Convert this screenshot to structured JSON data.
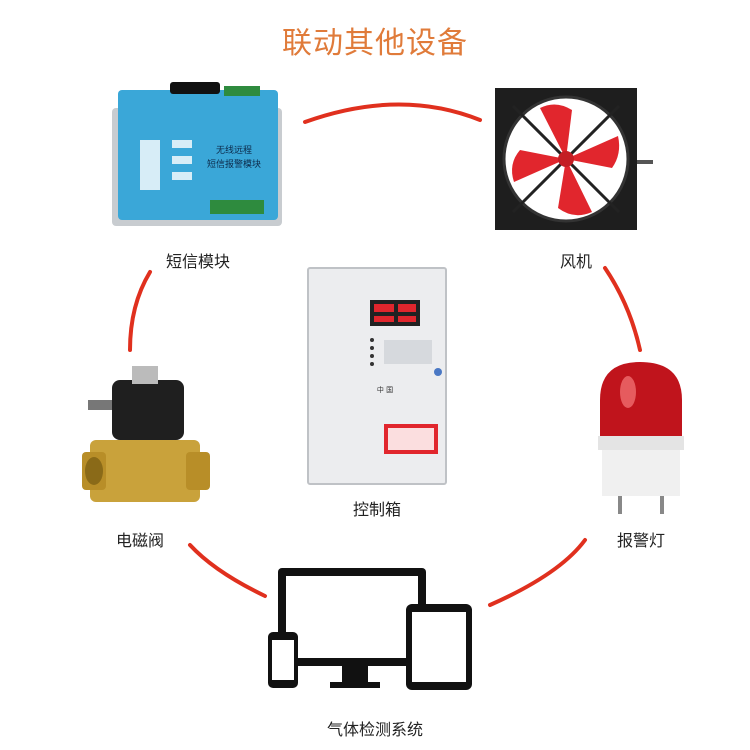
{
  "title": "联动其他设备",
  "colors": {
    "title": "#e07b3a",
    "ring": "#e0301e"
  },
  "devices": {
    "sms_module": {
      "label": "短信模块",
      "screen_line1": "无线远程",
      "screen_line2": "短信报警模块"
    },
    "fan": {
      "label": "风机"
    },
    "solenoid_valve": {
      "label": "电磁阀"
    },
    "control_box": {
      "label": "控制箱",
      "panel_text": "中 国"
    },
    "alarm_light": {
      "label": "报警灯"
    },
    "gas_detection": {
      "label": "气体检测系统"
    }
  }
}
